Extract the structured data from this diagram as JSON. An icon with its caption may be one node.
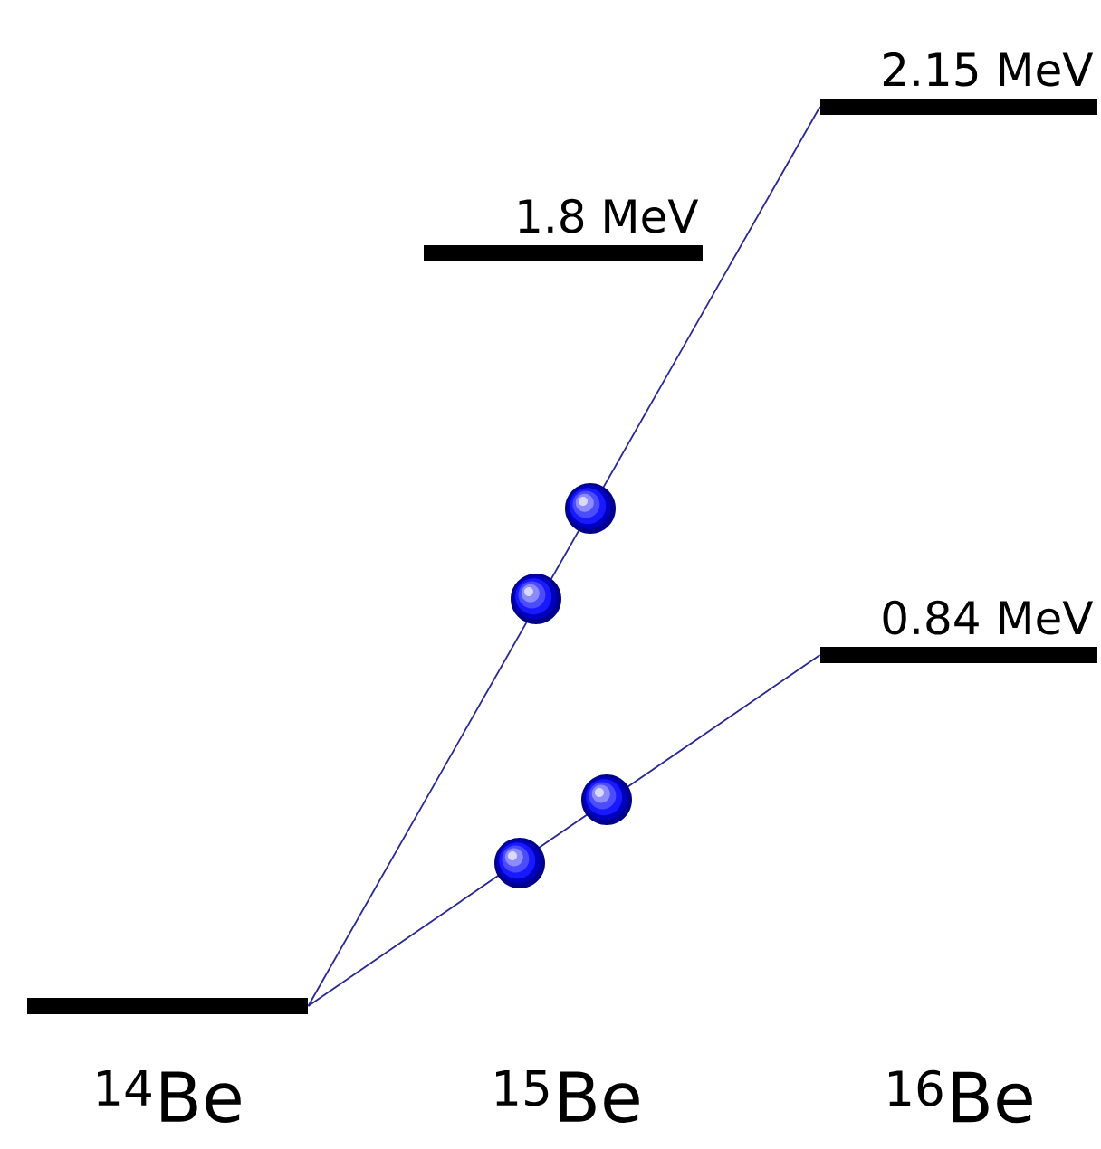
{
  "diagram": {
    "nodes": [
      {
        "text": [],
        "shape": "bar"
      },
      {
        "text": [
          "1.8 MeV"
        ]
      },
      {
        "text": [
          "2.15 MeV"
        ]
      },
      {
        "text": [
          "0.84 MeV"
        ]
      }
    ],
    "edges": [
      {
        "from": 0,
        "to": 2,
        "arrow": "none"
      },
      {
        "from": 0,
        "to": 3,
        "arrow": "none"
      }
    ],
    "labels": [
      "$^{14}$Be",
      "$^{15}$Be",
      "$^{16}$Be"
    ]
  }
}
